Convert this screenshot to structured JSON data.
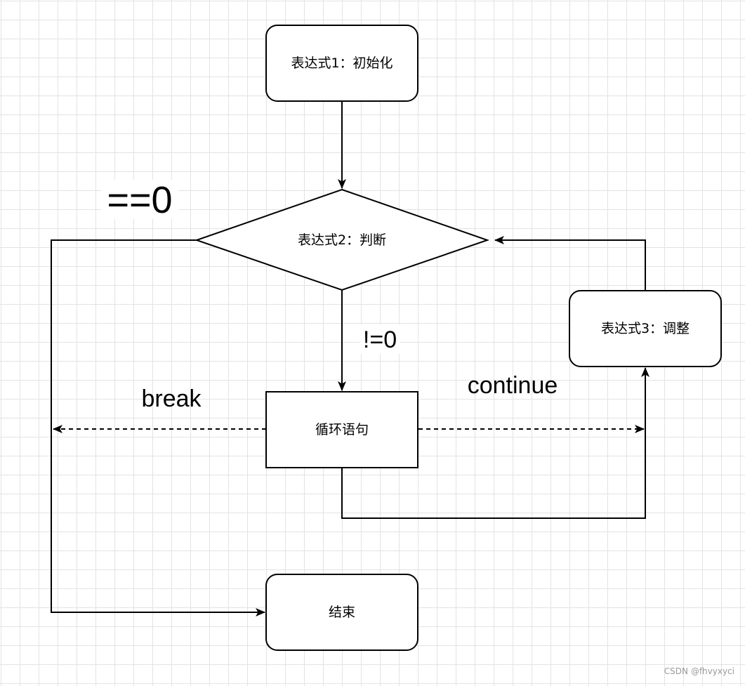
{
  "nodes": {
    "init": "表达式1：初始化",
    "cond": "表达式2：判断",
    "update": "表达式3：调整",
    "body": "循环语句",
    "end": "结束"
  },
  "labels": {
    "false_branch": "==0",
    "true_branch": "!=0",
    "break": "break",
    "continue": "continue"
  },
  "watermark": "CSDN @fhvyxyci",
  "colors": {
    "line": "#000000",
    "background": "#ffffff",
    "grid": "#e3e3e3"
  }
}
